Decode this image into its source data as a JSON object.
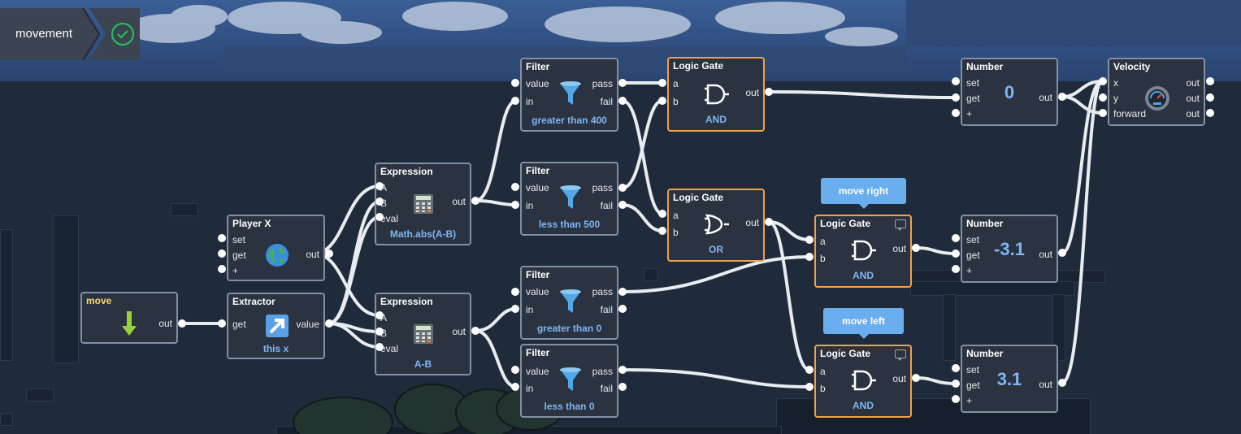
{
  "breadcrumb": {
    "label": "movement",
    "status_icon": "check-circle-icon",
    "status_color": "#22c55e"
  },
  "nodes": {
    "move": {
      "title": "move",
      "out": "out",
      "icon": "arrow-down-icon"
    },
    "player_x": {
      "title": "Player X",
      "ports_in": [
        "set",
        "get",
        "+"
      ],
      "out": "out",
      "icon": "globe-icon"
    },
    "extractor": {
      "title": "Extractor",
      "in": "get",
      "out": "value",
      "subtitle": "this x",
      "icon": "arrow-up-right-icon"
    },
    "expr1": {
      "title": "Expression",
      "ports_in": [
        "A",
        "B",
        "eval"
      ],
      "out": "out",
      "subtitle": "Math.abs(A-B)",
      "icon": "calculator-icon"
    },
    "expr2": {
      "title": "Expression",
      "ports_in": [
        "A",
        "B",
        "eval"
      ],
      "out": "out",
      "subtitle": "A-B",
      "icon": "calculator-icon"
    },
    "filter1": {
      "title": "Filter",
      "ports_in": [
        "value",
        "in"
      ],
      "ports_out": [
        "pass",
        "fail"
      ],
      "subtitle": "greater than 400",
      "icon": "funnel-icon"
    },
    "filter2": {
      "title": "Filter",
      "ports_in": [
        "value",
        "in"
      ],
      "ports_out": [
        "pass",
        "fail"
      ],
      "subtitle": "less than 500",
      "icon": "funnel-icon"
    },
    "filter3": {
      "title": "Filter",
      "ports_in": [
        "value",
        "in"
      ],
      "ports_out": [
        "pass",
        "fail"
      ],
      "subtitle": "greater than 0",
      "icon": "funnel-icon"
    },
    "filter4": {
      "title": "Filter",
      "ports_in": [
        "value",
        "in"
      ],
      "ports_out": [
        "pass",
        "fail"
      ],
      "subtitle": "less than 0",
      "icon": "funnel-icon"
    },
    "gate1": {
      "title": "Logic Gate",
      "ports_in": [
        "a",
        "b"
      ],
      "out": "out",
      "subtitle": "AND",
      "icon": "and-gate-icon"
    },
    "gate2": {
      "title": "Logic Gate",
      "ports_in": [
        "a",
        "b"
      ],
      "out": "out",
      "subtitle": "OR",
      "icon": "or-gate-icon"
    },
    "gate3": {
      "title": "Logic Gate",
      "ports_in": [
        "a",
        "b"
      ],
      "out": "out",
      "subtitle": "AND",
      "icon": "and-gate-icon",
      "tooltip": "move right"
    },
    "gate4": {
      "title": "Logic Gate",
      "ports_in": [
        "a",
        "b"
      ],
      "out": "out",
      "subtitle": "AND",
      "icon": "and-gate-icon",
      "tooltip": "move left"
    },
    "num1": {
      "title": "Number",
      "ports_in": [
        "set",
        "get",
        "+"
      ],
      "out": "out",
      "value": "0"
    },
    "num2": {
      "title": "Number",
      "ports_in": [
        "set",
        "get",
        "+"
      ],
      "out": "out",
      "value": "-3.1"
    },
    "num3": {
      "title": "Number",
      "ports_in": [
        "set",
        "get",
        "+"
      ],
      "out": "out",
      "value": "3.1"
    },
    "velocity": {
      "title": "Velocity",
      "ports_in": [
        "x",
        "y",
        "forward"
      ],
      "ports_out": [
        "out",
        "out",
        "out"
      ],
      "icon": "speedometer-icon"
    }
  },
  "colors": {
    "node_bg": "#2b3341",
    "node_border": "#8290a6",
    "logic_border": "#f0a24a",
    "accent_text": "#7fb5f2",
    "tooltip_bg": "#6aaef0",
    "wire": "#e8ecf0"
  }
}
